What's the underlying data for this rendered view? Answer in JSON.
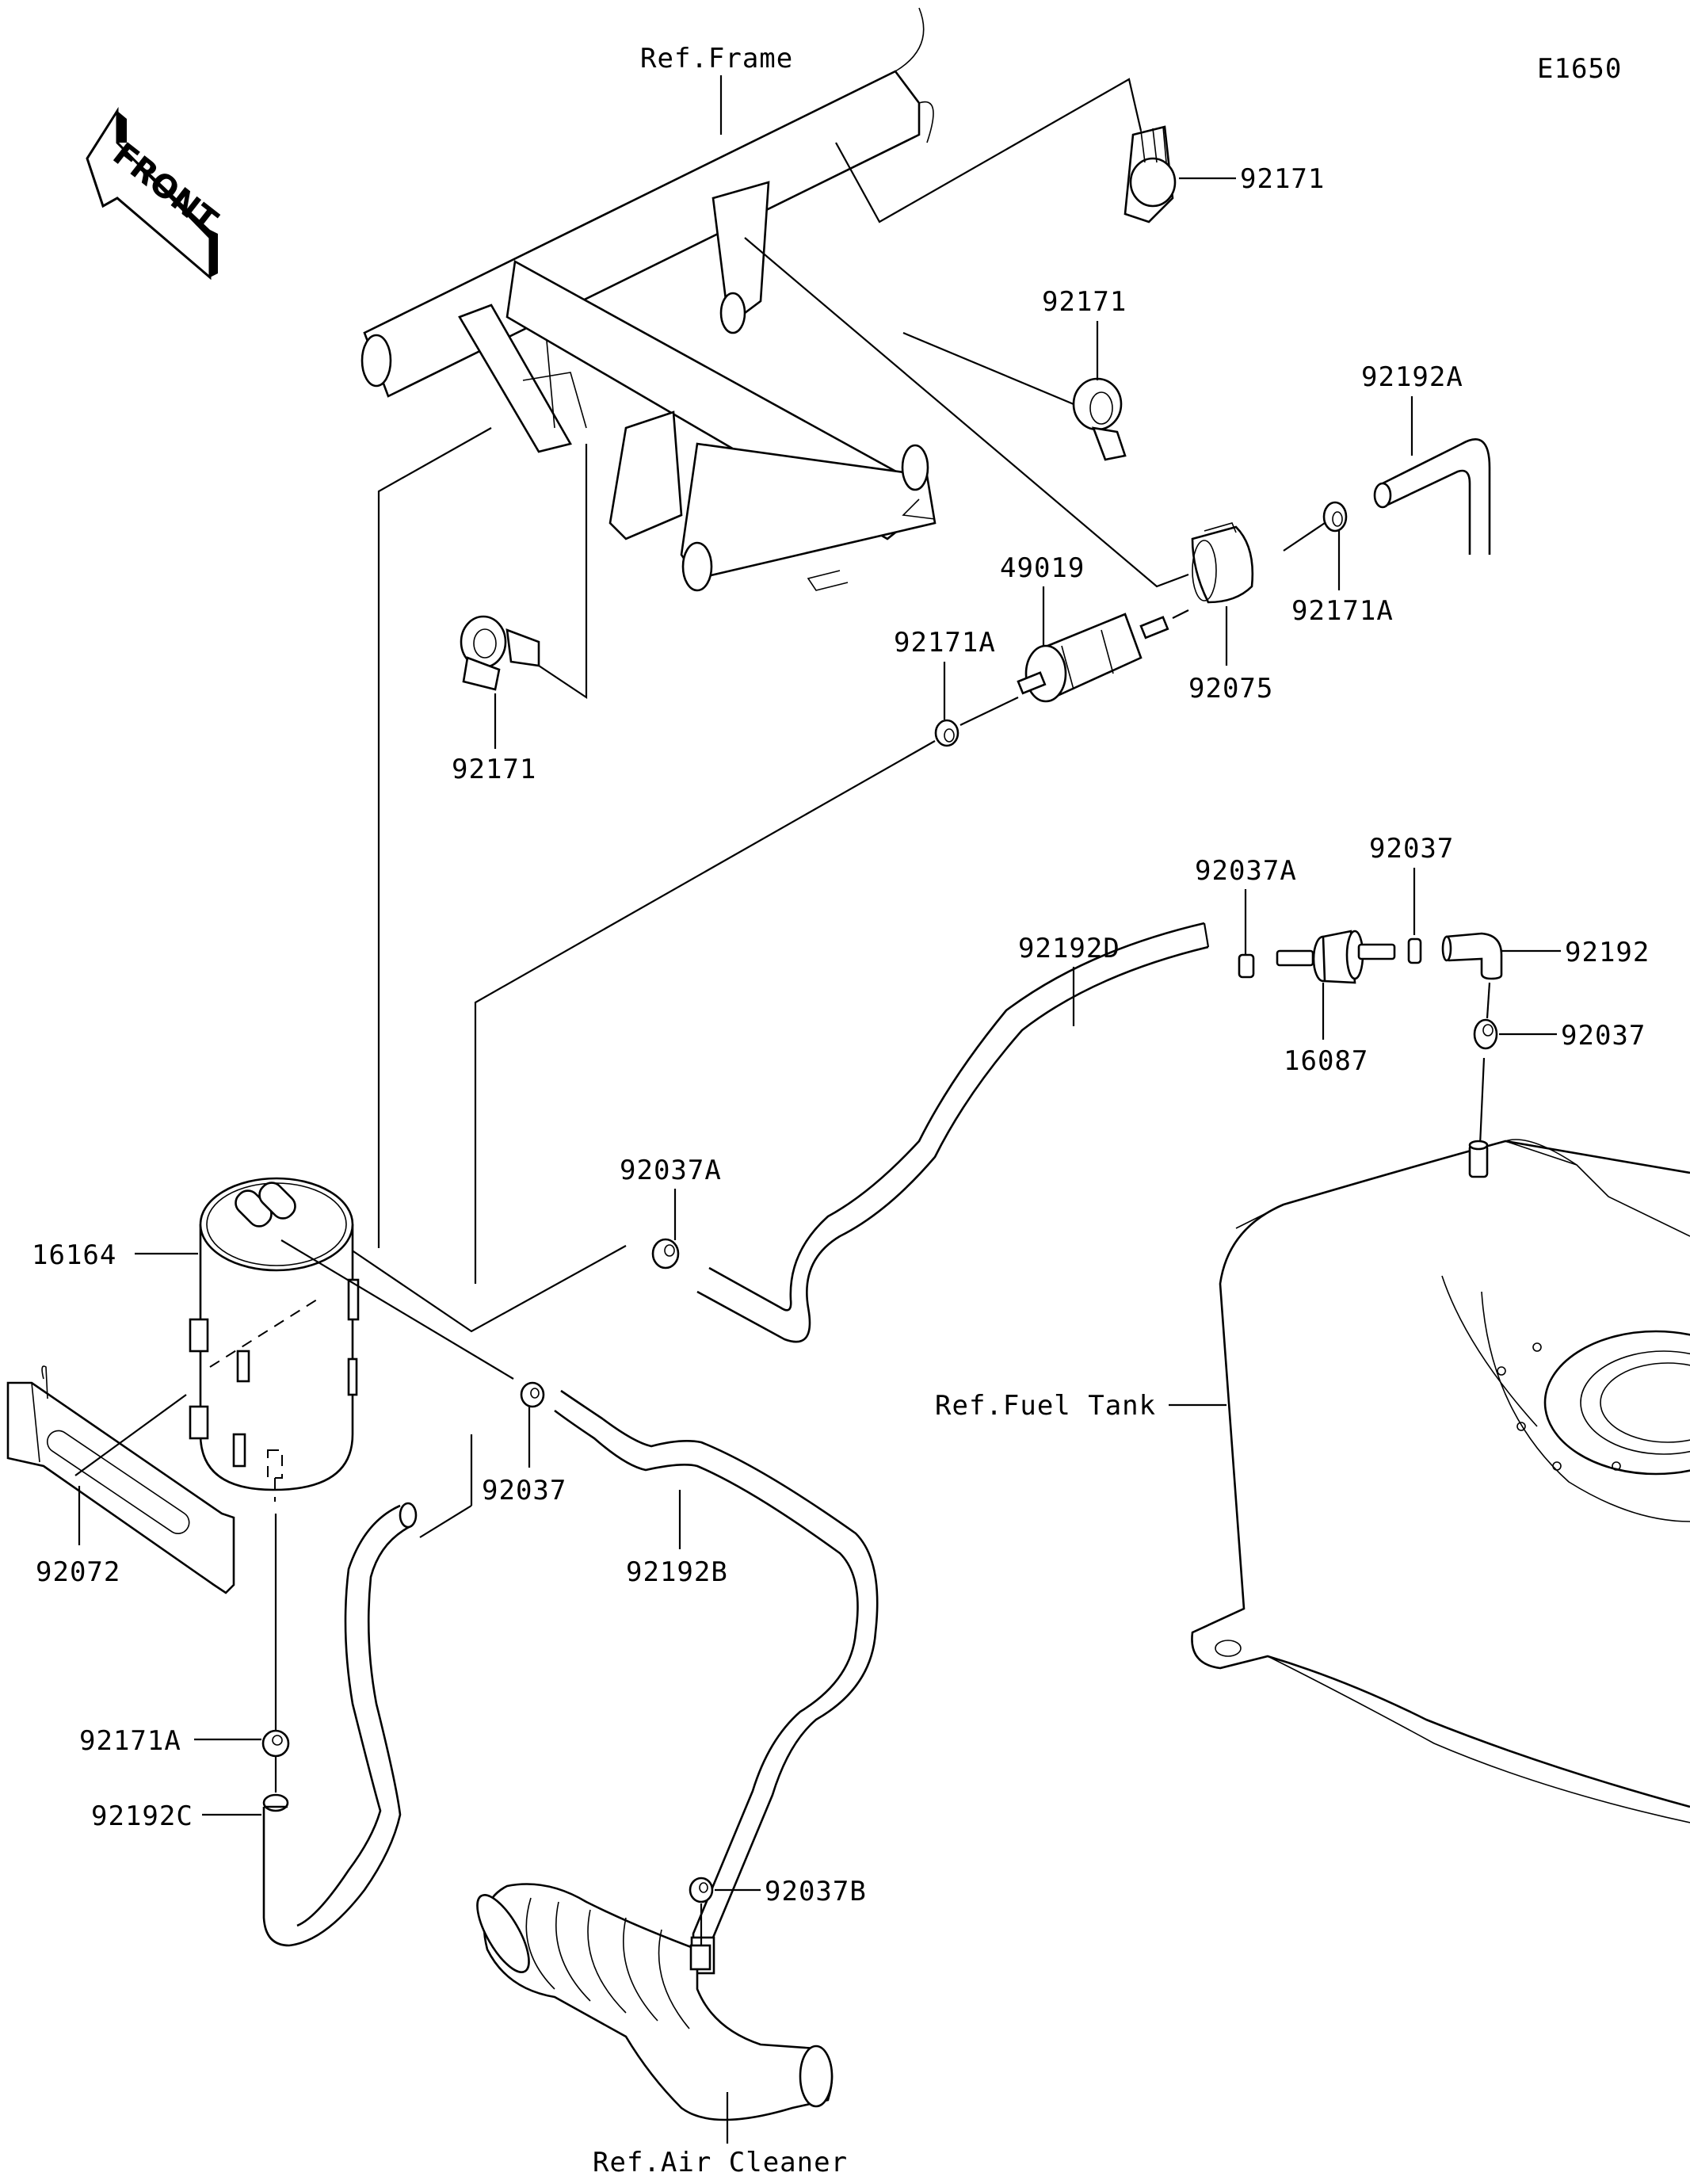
{
  "diagram": {
    "code": "E1650",
    "front_label": "FRONT",
    "references": {
      "frame": "Ref.Frame",
      "fuel_tank": "Ref.Fuel Tank",
      "air_cleaner": "Ref.Air Cleaner"
    },
    "parts": [
      {
        "id": "p1",
        "number": "92171"
      },
      {
        "id": "p2",
        "number": "92171"
      },
      {
        "id": "p3",
        "number": "92171"
      },
      {
        "id": "p4",
        "number": "92192A"
      },
      {
        "id": "p5",
        "number": "92171A"
      },
      {
        "id": "p6",
        "number": "49019"
      },
      {
        "id": "p7",
        "number": "92075"
      },
      {
        "id": "p8",
        "number": "92171A"
      },
      {
        "id": "p9",
        "number": "92037A"
      },
      {
        "id": "p10",
        "number": "92037"
      },
      {
        "id": "p11",
        "number": "92192D"
      },
      {
        "id": "p12",
        "number": "92192"
      },
      {
        "id": "p13",
        "number": "16087"
      },
      {
        "id": "p14",
        "number": "92037"
      },
      {
        "id": "p15",
        "number": "92037A"
      },
      {
        "id": "p16",
        "number": "16164"
      },
      {
        "id": "p17",
        "number": "92037"
      },
      {
        "id": "p18",
        "number": "92072"
      },
      {
        "id": "p19",
        "number": "92192B"
      },
      {
        "id": "p20",
        "number": "92171A"
      },
      {
        "id": "p21",
        "number": "92192C"
      },
      {
        "id": "p22",
        "number": "92037B"
      }
    ]
  }
}
